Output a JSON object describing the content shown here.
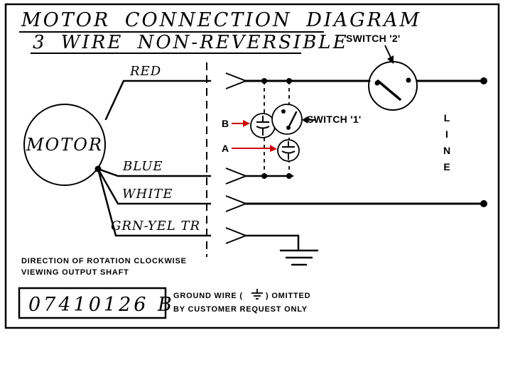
{
  "colors": {
    "ink": "#000000",
    "annotation": "#cc0000",
    "paper": "#ffffff"
  },
  "title": {
    "line1": "MOTOR CONNECTION DIAGRAM",
    "line2": "3 WIRE NON-REVERSIBLE"
  },
  "motor_label": "MOTOR",
  "wires": {
    "red": "RED",
    "blue": "BLUE",
    "white": "WHITE",
    "ground": "GRN-YEL TR"
  },
  "switches": {
    "s1": "SWITCH '1'",
    "s2": "SWITCH '2'"
  },
  "capacitors": {
    "a": "A",
    "b": "B"
  },
  "line_letters": [
    "L",
    "I",
    "N",
    "E"
  ],
  "notes": {
    "rotation_line1": "DIRECTION OF ROTATION CLOCKWISE",
    "rotation_line2": "VIEWING OUTPUT SHAFT",
    "ground_pre": "GROUND WIRE (",
    "ground_post": ") OMITTED",
    "ground_line2": "BY CUSTOMER REQUEST ONLY"
  },
  "part_number": "07410126 B"
}
